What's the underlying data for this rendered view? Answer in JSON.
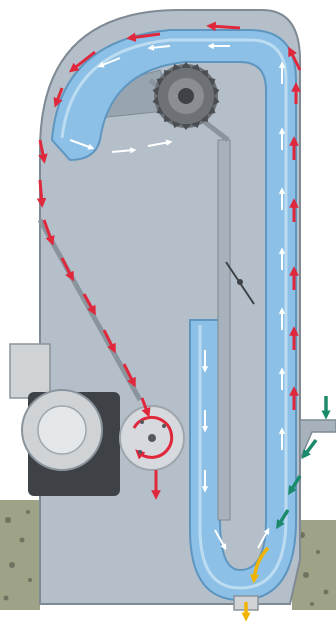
{
  "diagram": {
    "colors": {
      "background": "#ffffff",
      "housing_fill": "#b4bfca",
      "housing_stroke": "#7f8a94",
      "channel_fill": "#8cc0e6",
      "channel_light": "#c8e2f4",
      "channel_stroke": "#5e96c0",
      "water_arrow": "#ffffff",
      "air_arrow": "#e0283c",
      "inlet_arrow": "#1a8a6a",
      "outlet_arrow": "#f0b400",
      "blower": "#d6dade",
      "blower_dark": "#55585c",
      "rock": "#9ea286",
      "rock_dark": "#6f7360",
      "rotor": "#6e7276",
      "motor": "#cfd3d6",
      "motor_dark": "#3e4247"
    },
    "icons": [
      "rotor-icon",
      "fan-icon",
      "motor-icon",
      "valve-icon"
    ],
    "flows": [
      "air-circulation",
      "water-channel",
      "inlet",
      "outlet"
    ]
  }
}
